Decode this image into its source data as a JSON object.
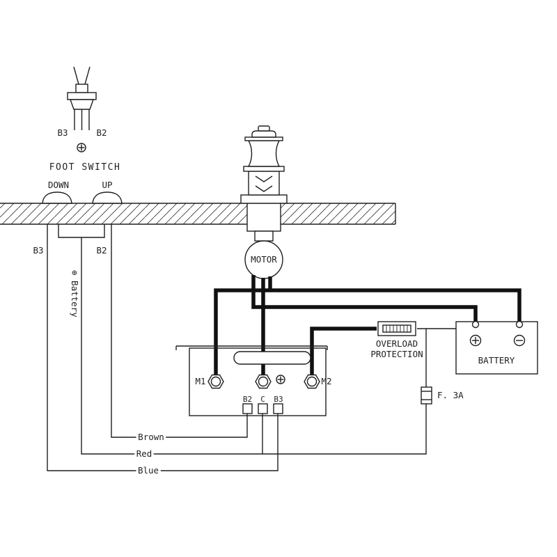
{
  "colors": {
    "line": "#1f1f1f",
    "background": "#ffffff"
  },
  "foot_switch": {
    "label": "FOOT SWITCH",
    "terminal_left": "B3",
    "terminal_right": "B2",
    "down_label": "DOWN",
    "up_label": "UP"
  },
  "wires": {
    "b3_label": "B3",
    "b2_label": "B2",
    "battery_feed_label": "⊕ Battery",
    "brown_label": "Brown",
    "red_label": "Red",
    "blue_label": "Blue"
  },
  "motor": {
    "label": "MOTOR"
  },
  "control_box": {
    "m1_label": "M1",
    "m2_label": "M2",
    "b2_label": "B2",
    "c_label": "C",
    "b3_label": "B3"
  },
  "overload": {
    "line1": "OVERLOAD",
    "line2": "PROTECTION"
  },
  "battery": {
    "label": "BATTERY"
  },
  "fuse": {
    "label": "F. 3A"
  }
}
